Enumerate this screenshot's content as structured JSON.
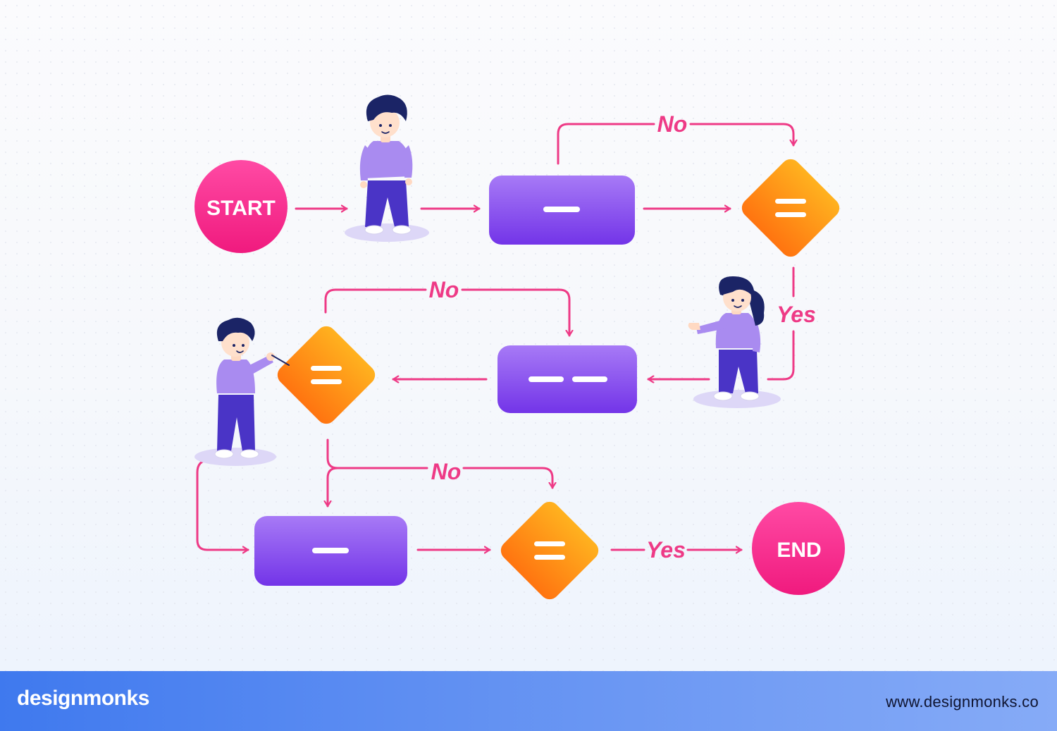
{
  "diagram": {
    "start_label": "START",
    "end_label": "END",
    "branches": {
      "no_top": "No",
      "yes_right": "Yes",
      "no_middle": "No",
      "no_bottom": "No",
      "yes_bottom": "Yes"
    }
  },
  "footer": {
    "brand": "designmonks",
    "url": "www.designmonks.co"
  },
  "colors": {
    "arrow": "#ee3a86",
    "terminal": "#f7268a",
    "process": "#8b45ef",
    "decision": "#ff8c1a",
    "shirt": "#a98bf0",
    "pants": "#4a34c6",
    "hair": "#1b2466"
  }
}
